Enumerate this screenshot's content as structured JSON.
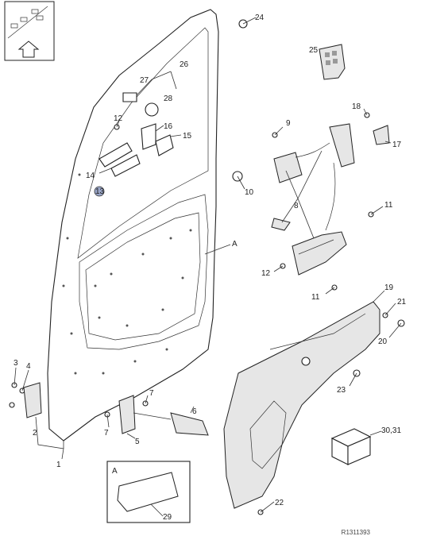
{
  "callouts": [
    {
      "id": "c24",
      "text": "24"
    },
    {
      "id": "c25",
      "text": "25"
    },
    {
      "id": "c26",
      "text": "26"
    },
    {
      "id": "c27",
      "text": "27"
    },
    {
      "id": "c28",
      "text": "28"
    },
    {
      "id": "c12a",
      "text": "12"
    },
    {
      "id": "c16",
      "text": "16"
    },
    {
      "id": "c15",
      "text": "15"
    },
    {
      "id": "c14",
      "text": "14"
    },
    {
      "id": "c13",
      "text": "13"
    },
    {
      "id": "c10",
      "text": "10"
    },
    {
      "id": "c9",
      "text": "9"
    },
    {
      "id": "c18",
      "text": "18"
    },
    {
      "id": "c17",
      "text": "17"
    },
    {
      "id": "c8",
      "text": "8"
    },
    {
      "id": "c11a",
      "text": "11"
    },
    {
      "id": "cA",
      "text": "A"
    },
    {
      "id": "c12b",
      "text": "12"
    },
    {
      "id": "c11b",
      "text": "11"
    },
    {
      "id": "c19",
      "text": "19"
    },
    {
      "id": "c21",
      "text": "21"
    },
    {
      "id": "c20",
      "text": "20"
    },
    {
      "id": "c23",
      "text": "23"
    },
    {
      "id": "c3",
      "text": "3"
    },
    {
      "id": "c4",
      "text": "4"
    },
    {
      "id": "c2",
      "text": "2"
    },
    {
      "id": "c1",
      "text": "1"
    },
    {
      "id": "c7a",
      "text": "7"
    },
    {
      "id": "c7b",
      "text": "7"
    },
    {
      "id": "c6",
      "text": "6"
    },
    {
      "id": "c5",
      "text": "5"
    },
    {
      "id": "c3031",
      "text": "30,31"
    },
    {
      "id": "c22",
      "text": "22"
    },
    {
      "id": "cA2",
      "text": "A"
    },
    {
      "id": "c29",
      "text": "29"
    }
  ],
  "reference_code": "R1311393"
}
